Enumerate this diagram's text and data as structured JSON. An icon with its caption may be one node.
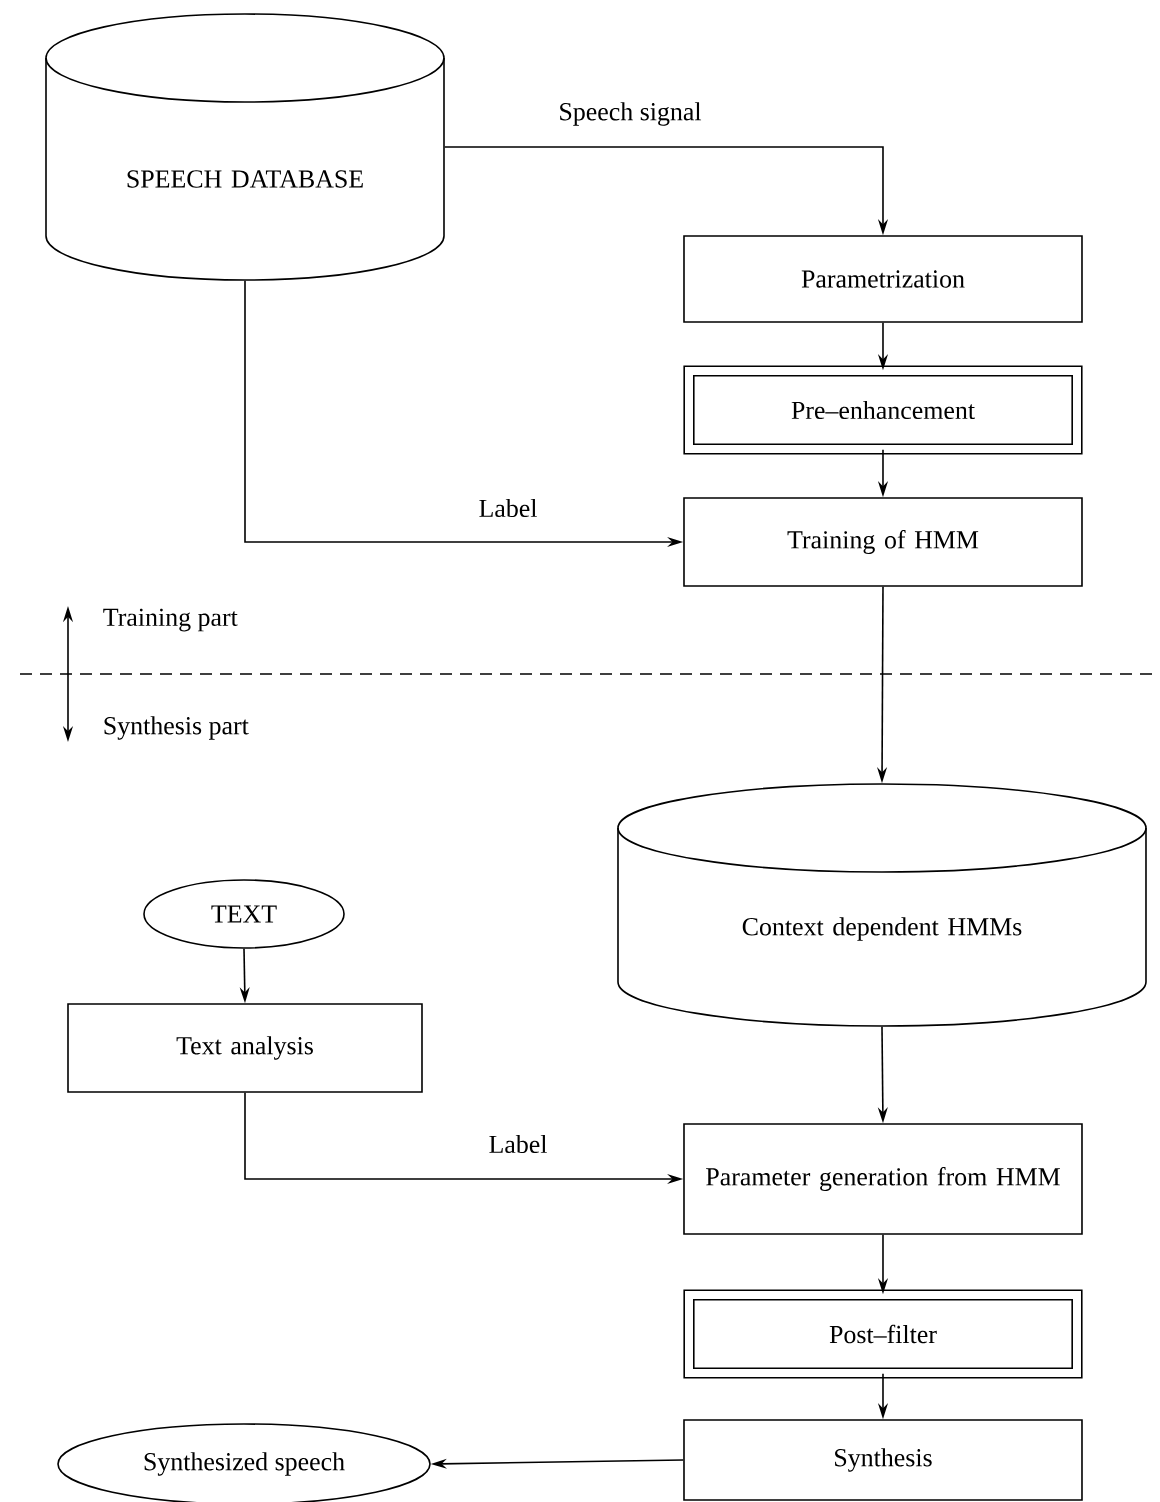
{
  "diagram": {
    "nodes": [
      {
        "text": [
          "SPEECH DATABASE"
        ]
      },
      {
        "text": [
          "Parametrization"
        ]
      },
      {
        "text": [
          "Pre–enhancement"
        ]
      },
      {
        "text": [
          "Training of HMM"
        ]
      },
      {
        "text": [
          "Context dependent HMMs"
        ]
      },
      {
        "text": [
          "TEXT"
        ]
      },
      {
        "text": [
          "Text analysis"
        ]
      },
      {
        "text": [
          "Parameter generation from HMM"
        ]
      },
      {
        "text": [
          "Post–filter"
        ]
      },
      {
        "text": [
          "Synthesis"
        ]
      },
      {
        "text": [
          "Synthesized speech"
        ]
      }
    ],
    "edges": [
      {
        "from": 0,
        "to": 1,
        "arrow": "to",
        "label": "Speech signal"
      },
      {
        "from": 1,
        "to": 2,
        "arrow": "to"
      },
      {
        "from": 2,
        "to": 3,
        "arrow": "to"
      },
      {
        "from": 0,
        "to": 3,
        "arrow": "to",
        "label": "Label"
      },
      {
        "from": 3,
        "to": 4,
        "arrow": "to"
      },
      {
        "from": 5,
        "to": 6,
        "arrow": "to"
      },
      {
        "from": 6,
        "to": 7,
        "arrow": "to",
        "label": "Label"
      },
      {
        "from": 4,
        "to": 7,
        "arrow": "to"
      },
      {
        "from": 7,
        "to": 8,
        "arrow": "to"
      },
      {
        "from": 8,
        "to": 9,
        "arrow": "to"
      },
      {
        "from": 9,
        "to": 10,
        "arrow": "to"
      }
    ],
    "labels": [
      "Training part",
      "Synthesis part"
    ]
  }
}
